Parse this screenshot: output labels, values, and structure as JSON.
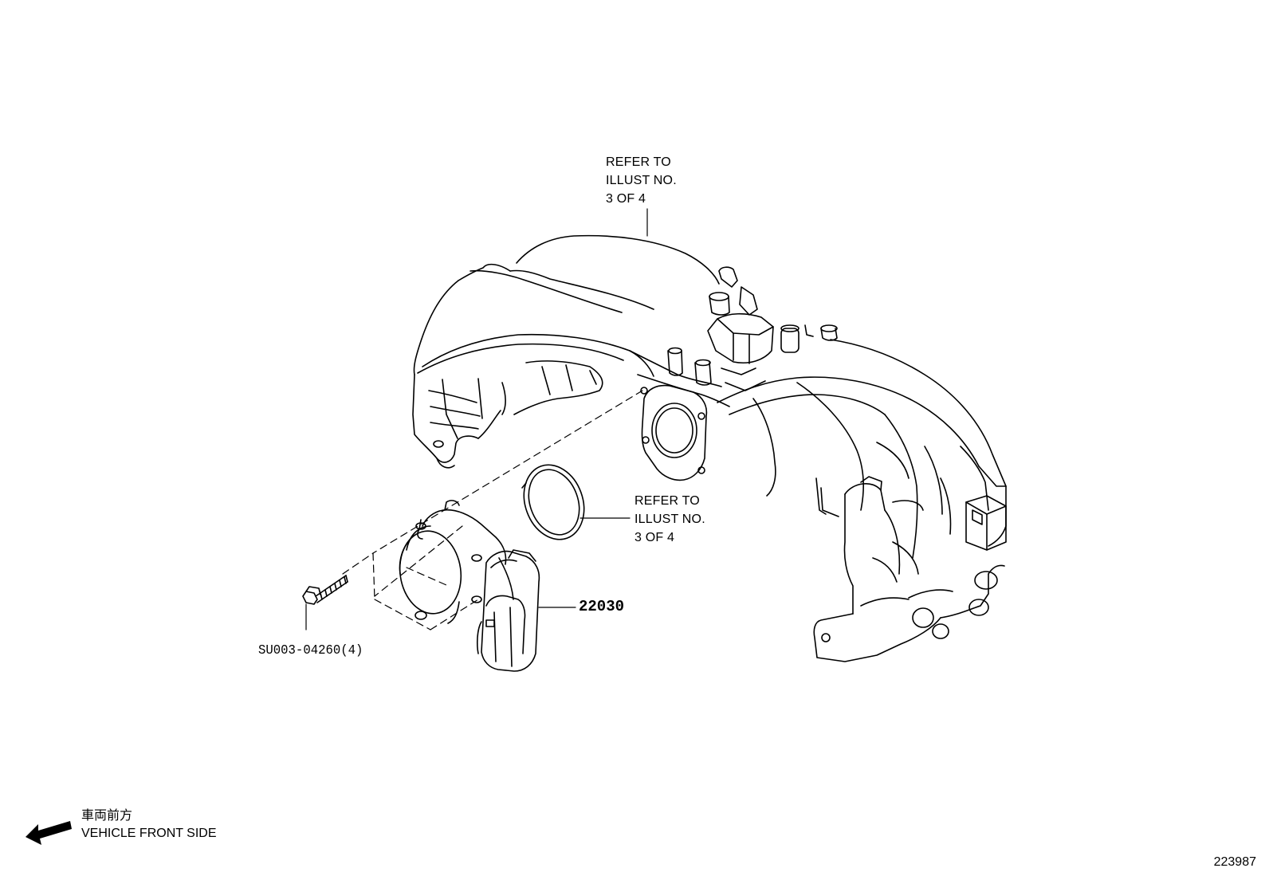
{
  "callouts": {
    "refer_upper": {
      "line1": "REFER TO",
      "line2": "ILLUST NO.",
      "line3": "3 OF 4"
    },
    "refer_gasket": {
      "line1": "REFER TO",
      "line2": "ILLUST NO.",
      "line3": "3 OF 4"
    }
  },
  "parts": {
    "throttle_body": "22030",
    "bolt": "SU003-04260(4)"
  },
  "orientation": {
    "jp": "車両前方",
    "en": "VEHICLE FRONT SIDE"
  },
  "illustration_number": "223987"
}
